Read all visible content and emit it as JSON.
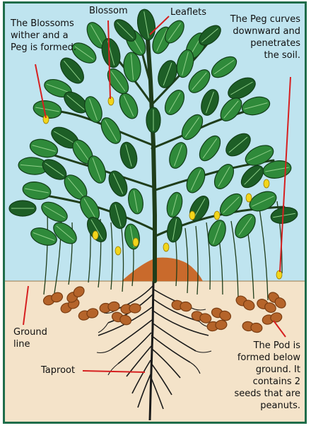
{
  "colors": {
    "sky": "#bfe4ef",
    "soil": "#f4e3c9",
    "frame": "#1f6d4a",
    "leaf": "#2f8a3a",
    "leaf_dark": "#1d5e26",
    "stem": "#1f3d1a",
    "peanut": "#b5642a",
    "peanut_dark": "#7a3d12",
    "blossom": "#f2d51b",
    "mound": "#c96a2c",
    "pointer": "#d62020",
    "root": "#1a1a1a"
  },
  "labels": {
    "blossoms_wither": "The Blossoms\nwither and a\nPeg is formed.",
    "blossom": "Blossom",
    "leaflets": "Leaflets",
    "peg_curves": "The Peg curves\ndownward and\npenetrates\nthe soil.",
    "ground_line": "Ground\nline",
    "taproot": "Taproot",
    "pod": "The Pod is\nformed below\nground. It\ncontains 2\nseeds that are\npeanuts."
  }
}
